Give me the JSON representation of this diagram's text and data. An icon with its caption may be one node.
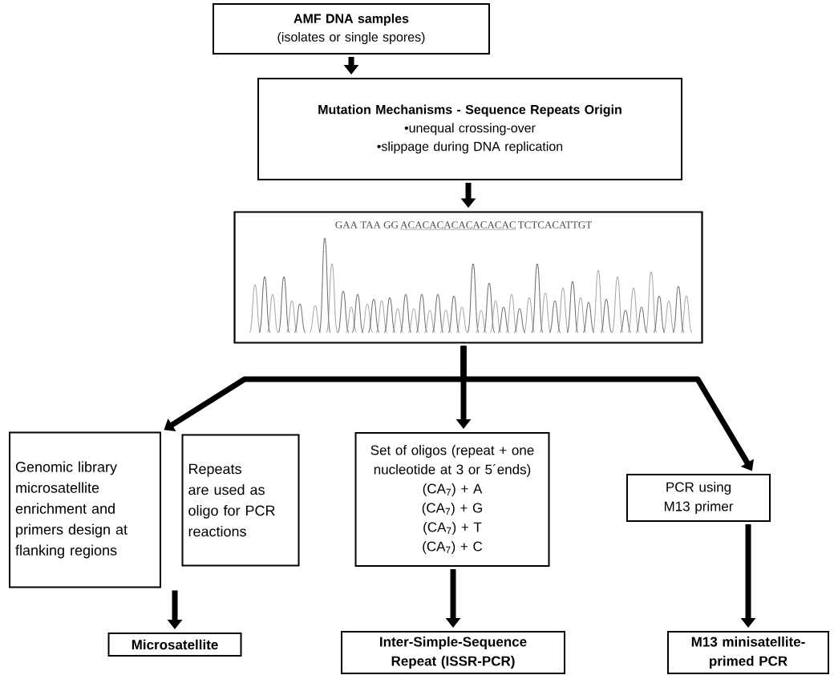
{
  "diagram": {
    "nodes": [
      {
        "text": [
          "AMF DNA samples",
          "(isolates or single spores)"
        ]
      },
      {
        "text": [
          "Mutation Mechanisms - Sequence Repeats Origin",
          "•unequal crossing-over",
          "•slippage during DNA replication"
        ]
      },
      {
        "text": [
          "GAA TAA GG",
          "ACACACACACACACAC",
          "TCTCACATTGT"
        ]
      },
      {
        "text": [
          "Genomic library microsatellite enrichment and primers design at flanking regions"
        ]
      },
      {
        "text": [
          "Repeats are used as oligo for PCR reactions"
        ]
      },
      {
        "text": [
          "Set of oligos (repeat + one nucleotide at 3 or 5´ends)",
          "(CA$_{7}$) + A",
          "(CA$_{7}$) + G",
          "(CA$_{7}$) + T",
          "(CA$_{7}$) + C"
        ]
      },
      {
        "text": [
          "PCR using M13 primer"
        ]
      },
      {
        "text": [
          "Microsatellite"
        ]
      },
      {
        "text": [
          "Inter-Simple-Sequence Repeat (ISSR-PCR)"
        ]
      },
      {
        "text": [
          "M13 minisatellite-primed PCR"
        ]
      }
    ],
    "edges": [
      {
        "from": 0,
        "to": 1,
        "arrow": "to"
      },
      {
        "from": 1,
        "to": 2,
        "arrow": "to"
      },
      {
        "from": 2,
        "to": 3,
        "arrow": "to"
      },
      {
        "from": 2,
        "to": 5,
        "arrow": "to"
      },
      {
        "from": 2,
        "to": 6,
        "arrow": "to"
      },
      {
        "from": 3,
        "to": 7,
        "arrow": "to"
      },
      {
        "from": 5,
        "to": 8,
        "arrow": "to"
      },
      {
        "from": 6,
        "to": 9,
        "arrow": "to"
      }
    ]
  }
}
